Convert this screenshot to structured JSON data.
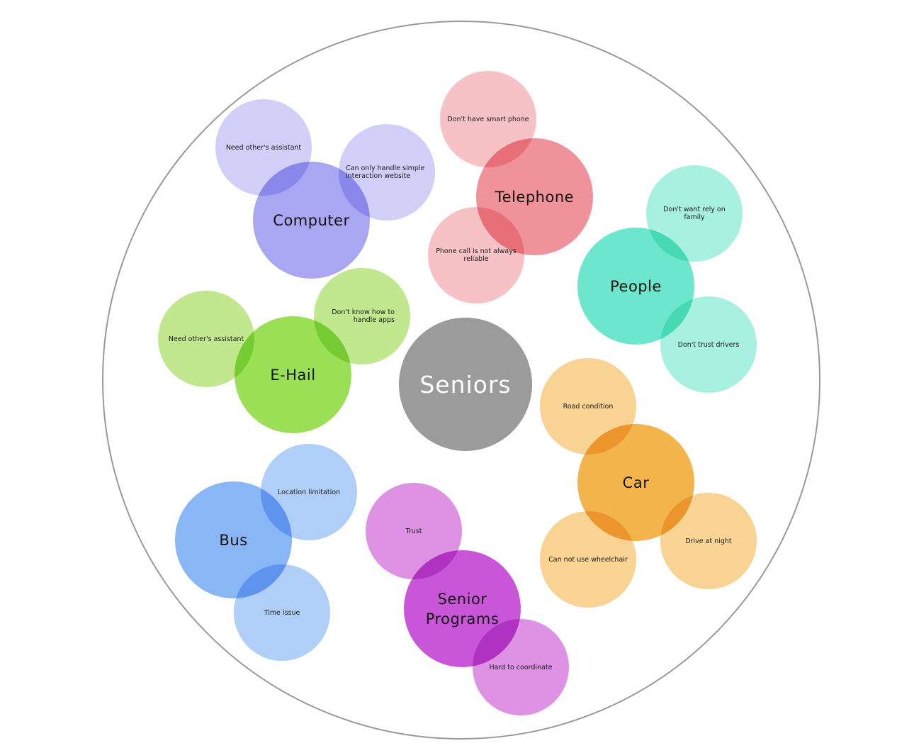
{
  "center": {
    "label": "Seniors",
    "color": "#9b9b9b"
  },
  "groups": [
    {
      "id": "computer",
      "label": "Computer",
      "main_color": "#a9a6f2",
      "sub_color": "#d1cff8",
      "subs": [
        "Need other's assistant",
        "Can only handle simple interaction website"
      ]
    },
    {
      "id": "telephone",
      "label": "Telephone",
      "main_color": "#f0929a",
      "sub_color": "#f6c2c6",
      "subs": [
        "Don't have smart phone",
        "Phone call is not always reliable"
      ]
    },
    {
      "id": "people",
      "label": "People",
      "main_color": "#6ce6cc",
      "sub_color": "#a8f1e0",
      "subs": [
        "Don't want rely on family",
        "Don't trust drivers"
      ]
    },
    {
      "id": "ehail",
      "label": "E-Hail",
      "main_color": "#9adf56",
      "sub_color": "#c1e88f",
      "subs": [
        "Need other's assistant",
        "Don't know how to handle apps"
      ]
    },
    {
      "id": "car",
      "label": "Car",
      "main_color": "#f2b44b",
      "sub_color": "#f8d393",
      "subs": [
        "Road condition",
        "Can not use wheelchair",
        "Drive at night"
      ]
    },
    {
      "id": "bus",
      "label": "Bus",
      "main_color": "#89b7f5",
      "sub_color": "#b0cff8",
      "subs": [
        "Location limitation",
        "Time issue"
      ]
    },
    {
      "id": "senior-programs",
      "label": "Senior Programs",
      "main_color": "#c956d8",
      "sub_color": "#de92e3",
      "subs": [
        "Trust",
        "Hard to coordinate"
      ]
    }
  ]
}
